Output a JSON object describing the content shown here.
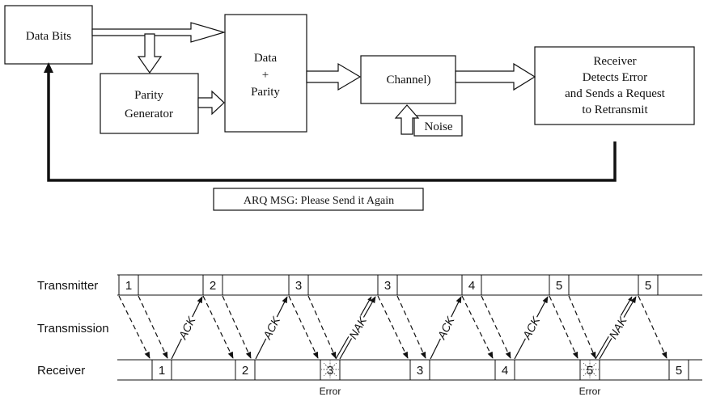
{
  "block_diagram": {
    "data_bits": "Data Bits",
    "parity_generator": [
      "Parity",
      "Generator"
    ],
    "data_parity": [
      "Data",
      "+",
      "Parity"
    ],
    "channel": "Channel)",
    "noise": "Noise",
    "receiver": [
      "Receiver",
      "Detects Error",
      "and Sends a Request",
      "to Retransmit"
    ],
    "arq_message": "ARQ MSG: Please Send it Again"
  },
  "timing_diagram": {
    "row_labels": {
      "transmitter": "Transmitter",
      "transmission": "Transmission",
      "receiver": "Receiver"
    },
    "transmitted_frames": [
      "1",
      "2",
      "3",
      "3",
      "4",
      "5",
      "5"
    ],
    "received_frames": [
      "1",
      "2",
      "3",
      "3",
      "4",
      "5",
      "5"
    ],
    "received_errors": [
      false,
      false,
      true,
      false,
      false,
      true,
      false
    ],
    "acknowledgements": [
      "ACK",
      "ACK",
      "NAK",
      "ACK",
      "ACK",
      "NAK"
    ],
    "error_label": "Error"
  }
}
